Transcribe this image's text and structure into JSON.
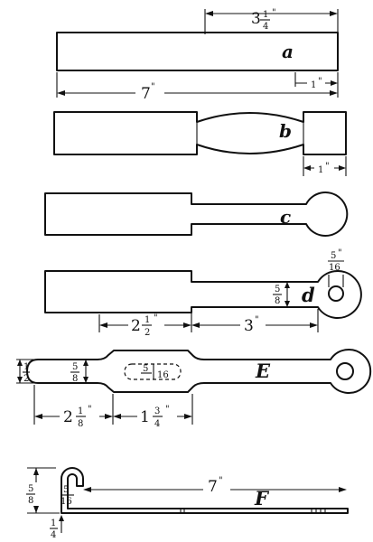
{
  "figure": {
    "labels": {
      "a": "a",
      "b": "b",
      "c": "c",
      "d": "d",
      "E": "E",
      "F": "F"
    },
    "dims": {
      "a_top_whole": "3",
      "a_top_num": "1",
      "a_top_den": "4",
      "a_len": "7",
      "a_end": "1",
      "b_end": "1",
      "d_hole_num": "5",
      "d_hole_den": "16",
      "d_width_num": "5",
      "d_width_den": "8",
      "d_left_whole": "2",
      "d_left_num": "1",
      "d_left_den": "2",
      "d_right": "3",
      "E_end_num": "1",
      "E_end_den": "2",
      "E_width_num": "5",
      "E_width_den": "8",
      "E_slot_num": "5",
      "E_slot_den": "16",
      "E_left_whole": "2",
      "E_left_num": "1",
      "E_left_den": "8",
      "E_mid_whole": "1",
      "E_mid_num": "3",
      "E_mid_den": "4",
      "F_height_num": "5",
      "F_height_den": "8",
      "F_gap_num": "5",
      "F_gap_den": "16",
      "F_thick_num": "1",
      "F_thick_den": "4",
      "F_len": "7"
    },
    "inch_mark": "\""
  }
}
